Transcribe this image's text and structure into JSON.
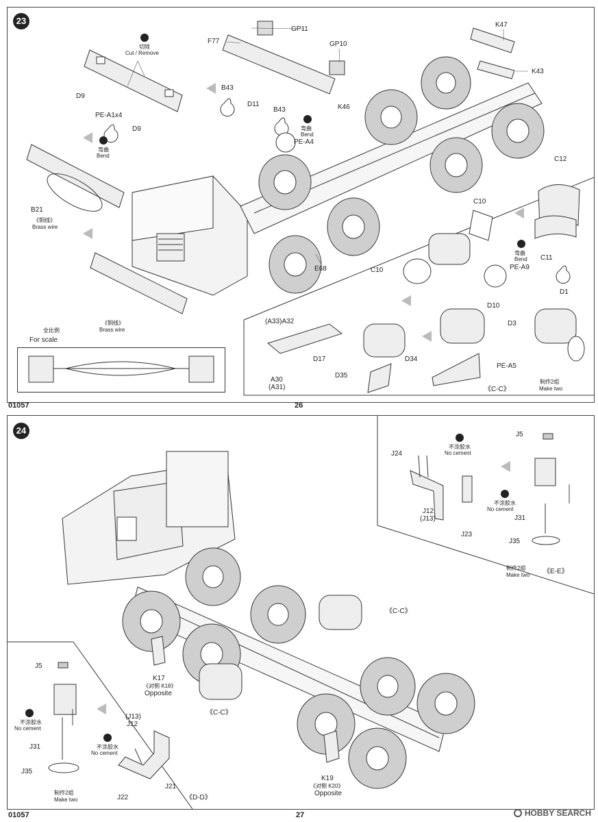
{
  "steps": {
    "s23": {
      "number": "23",
      "labels": {
        "gp11": "GP11",
        "f77": "F77",
        "gp10": "GP10",
        "k47": "K47",
        "k43": "K43",
        "cut_cn": "切除",
        "cut_en": "Cut / Remove",
        "d9a": "D9",
        "d9b": "D9",
        "pe_a1x4": "PE-A1x4",
        "bend_cn1": "弯曲",
        "bend_en1": "Bend",
        "b43a": "B43",
        "d11": "D11",
        "b43b": "B43",
        "k46": "K46",
        "bend_cn2": "弯曲",
        "bend_en2": "Bend",
        "pe_a4": "PE-A4",
        "b21": "B21",
        "brass_cn1": "《铜线》",
        "brass_en1": "Brass wire",
        "e68": "E68",
        "scale_cn": "全比例",
        "scale_en": "For scale",
        "brass_cn2": "《铜线》",
        "brass_en2": "Brass wire",
        "c12": "C12",
        "c10a": "C10",
        "c10b": "C10",
        "c11": "C11",
        "bend_cn3": "弯曲",
        "bend_en3": "Bend",
        "pe_a9": "PE-A9",
        "d1": "D1",
        "d10": "D10",
        "d3": "D3",
        "pe_a5": "PE-A5",
        "make_cn1": "制作2组",
        "make_en1": "Make two",
        "a33a32": "(A33)A32",
        "d17": "D17",
        "a30": "A30",
        "a31": "(A31)",
        "d35": "D35",
        "d34": "D34",
        "cc1": "《C-C》"
      },
      "page_code": "01057",
      "page_number": "26"
    },
    "s24": {
      "number": "24",
      "labels": {
        "j24": "J24",
        "nocem_cn1": "不涂胶水",
        "nocem_en1": "No cement",
        "j5a": "J5",
        "j12a": "J12",
        "j13a": "(J13)",
        "nocem_cn2": "不涂胶水",
        "nocem_en2": "No cement",
        "j31a": "J31",
        "j23": "J23",
        "j35a": "J35",
        "make_cn2": "制作2组",
        "make_en2": "Make two",
        "ee": "《E-E》",
        "cc2": "《C-C》",
        "cc3": "《C-C》",
        "k17": "K17",
        "k18_cn": "《对侧 K18》",
        "opp1": "Opposite",
        "j5b": "J5",
        "nocem_cn3": "不涂胶水",
        "nocem_en3": "No cement",
        "j31b": "J31",
        "j35b": "J35",
        "j13b": "(J13)",
        "j12b": "J12",
        "nocem_cn4": "不涂胶水",
        "nocem_en4": "No cement",
        "j21": "J21",
        "j22": "J22",
        "dd": "《D-D》",
        "make_cn3": "制作2组",
        "make_en3": "Make two",
        "k19": "K19",
        "k20_cn": "《对侧 K20》",
        "opp2": "Opposite"
      },
      "page_code": "01057",
      "page_number": "27"
    }
  },
  "watermark": "HOBBY SEARCH"
}
